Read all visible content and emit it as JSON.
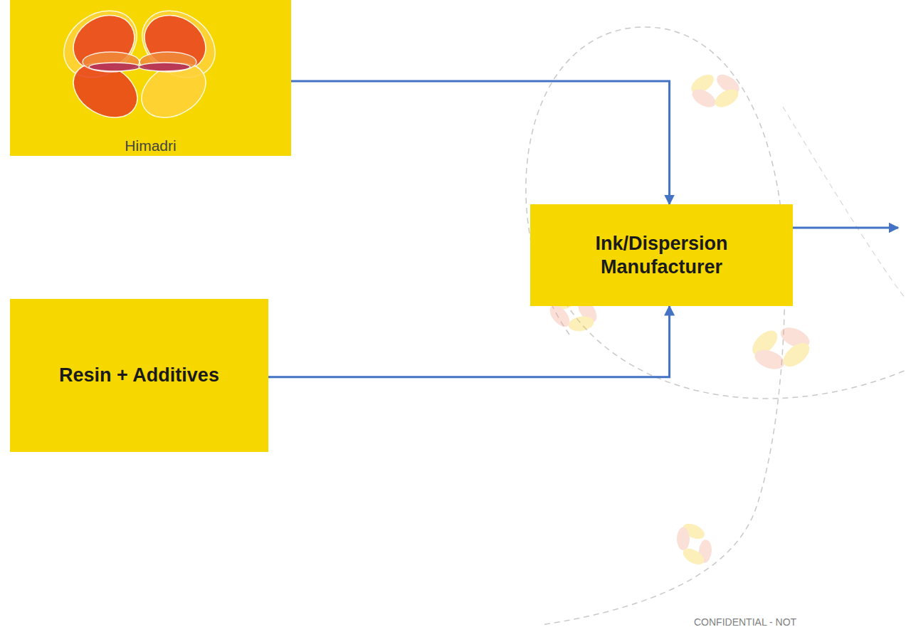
{
  "diagram": {
    "nodes": [
      {
        "text": [
          "Himadri"
        ]
      },
      {
        "text": [
          "Resin + Additives"
        ]
      },
      {
        "text": [
          "Ink/Dispersion Manufacturer"
        ]
      }
    ],
    "edges": [
      {
        "from": 0,
        "to": 2,
        "arrow": "to"
      },
      {
        "from": 1,
        "to": 2,
        "arrow": "to"
      }
    ],
    "labels": [
      "CONFIDENTIAL - NOT"
    ]
  }
}
